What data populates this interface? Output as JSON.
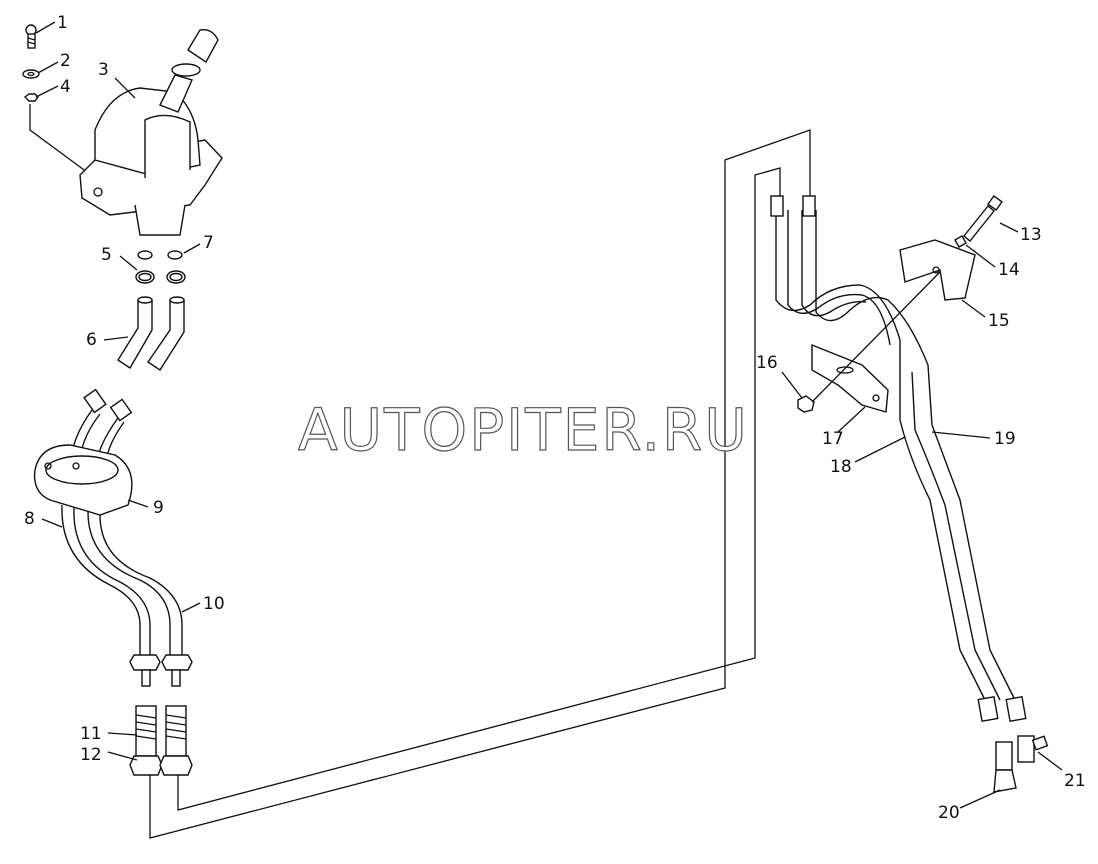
{
  "watermark": "AUTOPITER.RU",
  "callouts": {
    "c1": "1",
    "c2": "2",
    "c3": "3",
    "c4": "4",
    "c5": "5",
    "c6": "6",
    "c7": "7",
    "c8": "8",
    "c9": "9",
    "c10": "10",
    "c11": "11",
    "c12": "12",
    "c13": "13",
    "c14": "14",
    "c15": "15",
    "c16": "16",
    "c17": "17",
    "c18": "18",
    "c19": "19",
    "c20": "20",
    "c21": "21"
  }
}
